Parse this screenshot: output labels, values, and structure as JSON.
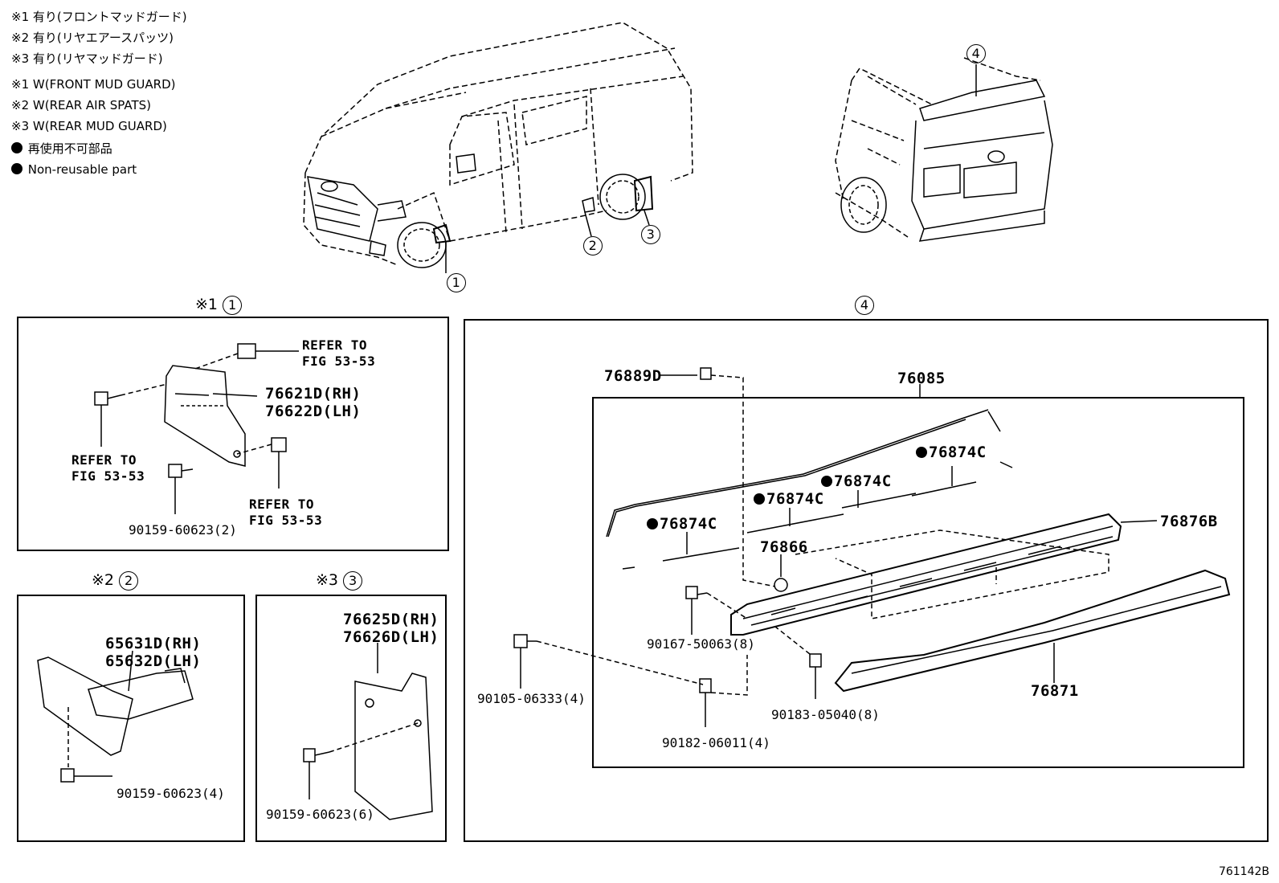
{
  "legend": [
    "※1 有り(フロントマッドガード)",
    "※2 有り(リヤエアースパッツ)",
    "※3 有り(リヤマッドガード)",
    "※1 W(FRONT MUD GUARD)",
    "※2 W(REAR AIR SPATS)",
    "※3 W(REAR MUD GUARD)",
    "再使用不可部品",
    "Non-reusable part"
  ],
  "callouts": {
    "c1": "1",
    "c2": "2",
    "c3": "3",
    "c4": "4"
  },
  "panels": {
    "p1": {
      "mark": "※1",
      "num": "1",
      "refer_a1": "REFER TO",
      "refer_a2": "FIG 53-53",
      "refer_b1": "REFER TO",
      "refer_b2": "FIG 53-53",
      "refer_c1": "REFER TO",
      "refer_c2": "FIG 53-53",
      "part_rh": "76621D(RH)",
      "part_lh": "76622D(LH)",
      "screw": "90159-60623(2)"
    },
    "p2": {
      "mark": "※2",
      "num": "2",
      "part_rh": "65631D(RH)",
      "part_lh": "65632D(LH)",
      "screw": "90159-60623(4)"
    },
    "p3": {
      "mark": "※3",
      "num": "3",
      "part_rh": "76625D(RH)",
      "part_lh": "76626D(LH)",
      "screw": "90159-60623(6)"
    },
    "p4": {
      "num": "4",
      "p76889D": "76889D",
      "p76085": "76085",
      "p76874C_1": "76874C",
      "p76874C_2": "76874C",
      "p76874C_3": "76874C",
      "p76874C_4": "76874C",
      "p76876B": "76876B",
      "p76866": "76866",
      "p76871": "76871",
      "p90167": "90167-50063(8)",
      "p90105": "90105-06333(4)",
      "p90183": "90183-05040(8)",
      "p90182": "90182-06011(4)"
    }
  },
  "diagram_code": "761142B"
}
